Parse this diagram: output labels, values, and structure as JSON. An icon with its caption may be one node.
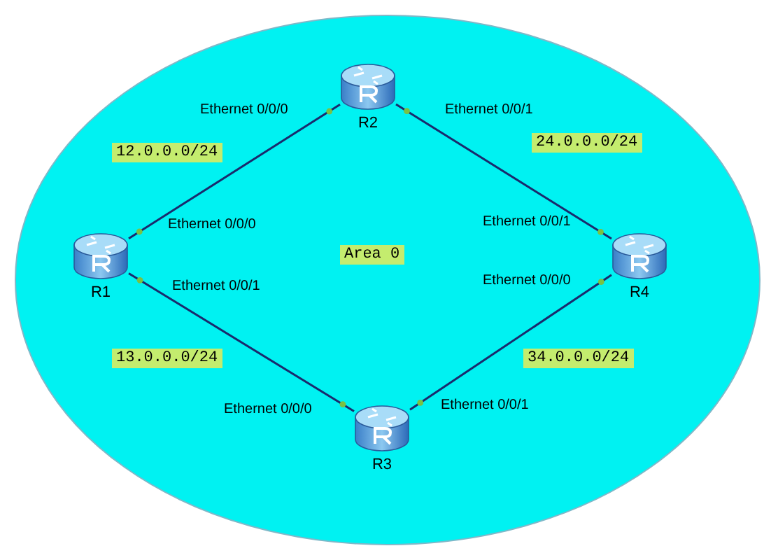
{
  "diagram": {
    "nodes": [
      {
        "text": [
          "Area 0"
        ]
      },
      {
        "text": [
          "R2"
        ],
        "in": 0
      },
      {
        "text": [
          "R1"
        ],
        "in": 0
      },
      {
        "text": [
          "R4"
        ],
        "in": 0
      },
      {
        "text": [
          "R3"
        ],
        "in": 0
      }
    ],
    "edges": [
      {
        "from": 2,
        "to": 1,
        "arrow": "none",
        "label": "12.0.0.0/24"
      },
      {
        "from": 1,
        "to": 3,
        "arrow": "none",
        "label": "24.0.0.0/24"
      },
      {
        "from": 2,
        "to": 4,
        "arrow": "none",
        "label": "13.0.0.0/24"
      },
      {
        "from": 4,
        "to": 3,
        "arrow": "none",
        "label": "34.0.0.0/24"
      }
    ],
    "labels": [
      "Ethernet 0/0/0",
      "Ethernet 0/0/1",
      "Ethernet 0/0/1",
      "Ethernet 0/0/0",
      "Ethernet 0/0/0",
      "Ethernet 0/0/1",
      "Ethernet 0/0/1",
      "Ethernet 0/0/0"
    ]
  }
}
